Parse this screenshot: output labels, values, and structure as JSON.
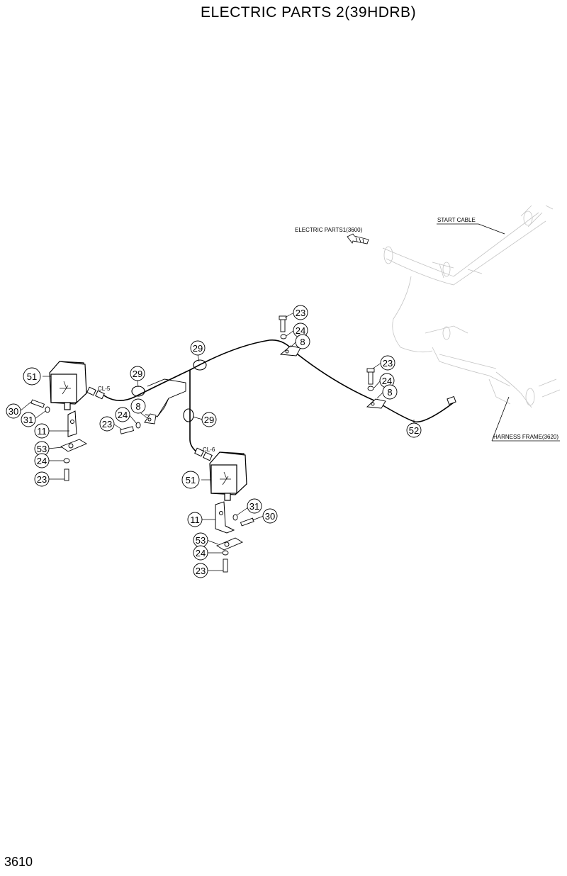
{
  "title": "ELECTRIC PARTS 2(39HDRB)",
  "page_number": "3610",
  "references": {
    "electric_parts1": "ELECTRIC PARTS1(3600)",
    "start_cable": "START CABLE",
    "harness_frame": "HARNESS FRAME(3620)"
  },
  "connector_labels": {
    "cl5": "CL-5",
    "cl6": "CL-6"
  },
  "callouts": {
    "c23_top": "23",
    "c24_top": "24",
    "c8_top": "8",
    "c23_right": "23",
    "c24_right": "24",
    "c8_right": "8",
    "c29_upper": "29",
    "c29_left": "29",
    "c29_lower": "29",
    "c24_mid": "24",
    "c8_mid": "8",
    "c23_mid": "23",
    "c52": "52",
    "c51_left": "51",
    "c30_left": "30",
    "c31_left": "31",
    "c11_left": "11",
    "c53_left": "53",
    "c24_left": "24",
    "c23_left": "23",
    "c51_lower": "51",
    "c31_lower": "31",
    "c30_lower": "30",
    "c11_lower": "11",
    "c53_lower": "53",
    "c24_lower": "24",
    "c23_lower": "23"
  }
}
